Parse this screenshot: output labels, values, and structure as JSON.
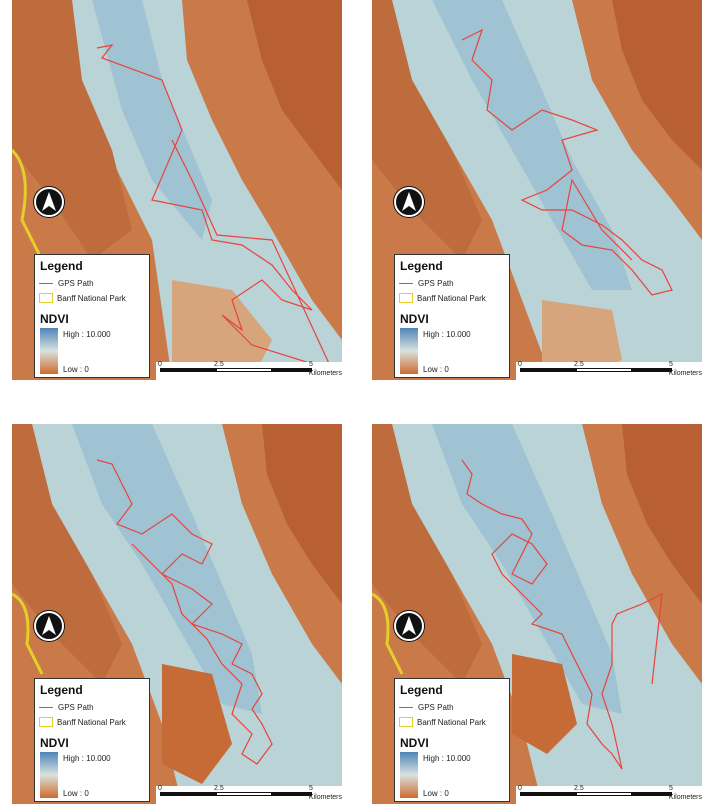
{
  "panels": [
    {
      "legend": {
        "title": "Legend",
        "gps_label": "GPS Path",
        "park_label": "Banff National Park",
        "ndvi_title": "NDVI",
        "high_label": "High : 10.000",
        "low_label": "Low : 0"
      },
      "scale": {
        "tick0": "0",
        "tick1": "2.5",
        "tick2": "5",
        "unit": "Kilometers"
      }
    },
    {
      "legend": {
        "title": "Legend",
        "gps_label": "GPS Path",
        "park_label": "Banff National Park",
        "ndvi_title": "NDVI",
        "high_label": "High : 10.000",
        "low_label": "Low : 0"
      },
      "scale": {
        "tick0": "0",
        "tick1": "2.5",
        "tick2": "5",
        "unit": "Kilometers"
      }
    },
    {
      "legend": {
        "title": "Legend",
        "gps_label": "GPS Path",
        "park_label": "Banff National Park",
        "ndvi_title": "NDVI",
        "high_label": "High : 10.000",
        "low_label": "Low : 0"
      },
      "scale": {
        "tick0": "0",
        "tick1": "2.5",
        "tick2": "5",
        "unit": "Kilometers"
      }
    },
    {
      "legend": {
        "title": "Legend",
        "gps_label": "GPS Path",
        "park_label": "Banff National Park",
        "ndvi_title": "NDVI",
        "high_label": "High : 10.000",
        "low_label": "Low : 0"
      },
      "scale": {
        "tick0": "0",
        "tick1": "2.5",
        "tick2": "5",
        "unit": "Kilometers"
      }
    }
  ],
  "colors": {
    "gps_path": "#e8433c",
    "park_boundary": "#e4cf2a",
    "ndvi_high": "#4f86b8",
    "ndvi_low": "#cf6a2c"
  }
}
